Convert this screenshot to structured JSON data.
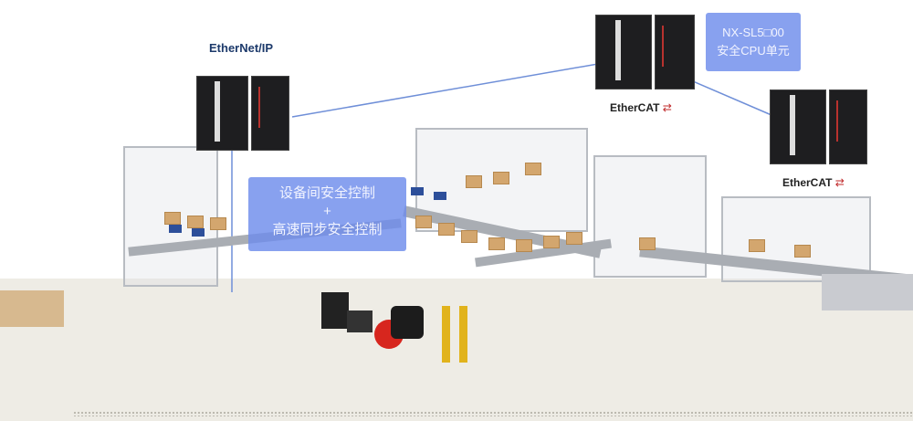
{
  "labels": {
    "ethernet_ip": "EtherNet/IP",
    "ethercat_1": "EtherCAT",
    "ethercat_2": "EtherCAT",
    "cpu_box": {
      "line1": "NX-SL5□00",
      "line2": "安全CPU单元"
    },
    "safety_box": {
      "line1": "设备间安全控制",
      "line2": "+",
      "line3": "高速同步安全控制"
    }
  },
  "colors": {
    "accent": "#6e8ceb",
    "link_line": "#6f8fd8",
    "floor": "#eeece5"
  }
}
